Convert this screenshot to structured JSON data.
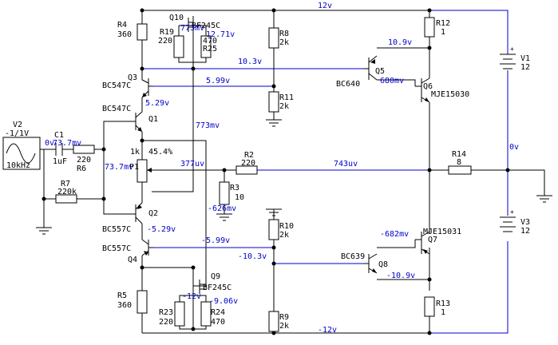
{
  "source": {
    "name": "V2",
    "value": "-1/1V",
    "freq": "10kHz"
  },
  "components": {
    "C1": {
      "name": "C1",
      "value": "1uF"
    },
    "R4": {
      "name": "R4",
      "value": "360"
    },
    "R5": {
      "name": "R5",
      "value": "360"
    },
    "R6": {
      "name": "R6",
      "value": "220"
    },
    "R7": {
      "name": "R7",
      "value": "220k"
    },
    "P1": {
      "name": "P1",
      "value": "1k",
      "setting": "45.4%"
    },
    "R2": {
      "name": "R2",
      "value": "220"
    },
    "R3": {
      "name": "R3",
      "value": "10"
    },
    "R8": {
      "name": "R8",
      "value": "2k"
    },
    "R9": {
      "name": "R9",
      "value": "2k"
    },
    "R10": {
      "name": "R10",
      "value": "2k"
    },
    "R11": {
      "name": "R11",
      "value": "2k"
    },
    "R12": {
      "name": "R12",
      "value": "1"
    },
    "R13": {
      "name": "R13",
      "value": "1"
    },
    "R14": {
      "name": "R14",
      "value": "8"
    },
    "R19": {
      "name": "R19",
      "value": "220"
    },
    "R23": {
      "name": "R23",
      "value": "220"
    },
    "R24": {
      "name": "R24",
      "value": "470"
    },
    "R25": {
      "name": "R25",
      "value": "470"
    },
    "Q1": {
      "name": "Q1",
      "type": "BC547C"
    },
    "Q2": {
      "name": "Q2",
      "type": "BC557C"
    },
    "Q3": {
      "name": "Q3",
      "type": "BC547C"
    },
    "Q4": {
      "name": "Q4",
      "type": "BC557C"
    },
    "Q5": {
      "name": "Q5",
      "type": "BC640"
    },
    "Q6": {
      "name": "Q6",
      "type": "MJE15030"
    },
    "Q7": {
      "name": "Q7",
      "type": "MJE15031"
    },
    "Q8": {
      "name": "Q8",
      "type": "BC639"
    },
    "Q9": {
      "name": "Q9",
      "type": "BF245C"
    },
    "Q10": {
      "name": "Q10",
      "type": "BF245C"
    },
    "V1": {
      "name": "V1",
      "value": "12"
    },
    "V3": {
      "name": "V3",
      "value": "12"
    }
  },
  "voltages": {
    "top_rail": "12v",
    "bottom_rail": "-12v",
    "output": "0v",
    "c1_left": "0v",
    "c1_right": "73.7mv",
    "q1_base": "73.7mv",
    "q10_gate": "773mv",
    "q10_r19": "12.71v",
    "q3_collector": "10.3v",
    "q5_base": "10.9v",
    "q3_base": "5.99v",
    "q1_emitter": "5.29v",
    "q5_collector": "680mv",
    "q9_drain": "773mv",
    "p1_wiper": "377uv",
    "output_node": "743uv",
    "r3_top": "-626mv",
    "q2_emitter": "-5.29v",
    "q4_base": "-5.99v",
    "q8_base": "-10.3v",
    "q7_base": "-682mv",
    "q8_emitter": "-10.9v",
    "q9_gate": "-12v",
    "q9_r23": "-9.06v"
  }
}
